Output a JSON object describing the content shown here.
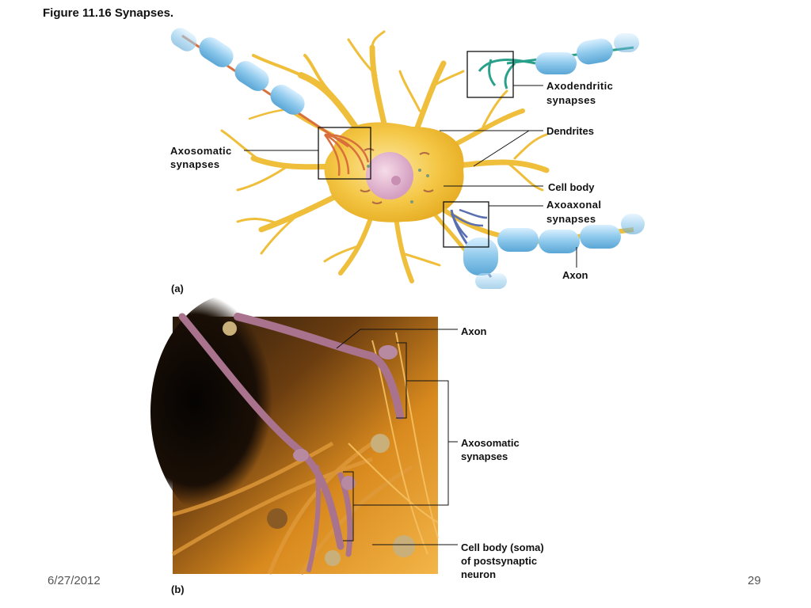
{
  "slide": {
    "title": "Figure 11.16  Synapses.",
    "date": "6/27/2012",
    "page_number": "29"
  },
  "panel_a": {
    "tag": "(a)",
    "labels": {
      "axodendritic_line1": "Axodendritic",
      "axodendritic_line2": "synapses",
      "dendrites": "Dendrites",
      "axosomatic_line1": "Axosomatic",
      "axosomatic_line2": "synapses",
      "cell_body": "Cell body",
      "axoaxonal_line1": "Axoaxonal",
      "axoaxonal_line2": "synapses",
      "axon": "Axon"
    }
  },
  "panel_b": {
    "tag": "(b)",
    "labels": {
      "axon": "Axon",
      "axosomatic_line1": "Axosomatic",
      "axosomatic_line2": "synapses",
      "cell_body_line1": "Cell body (soma)",
      "cell_body_line2": "of postsynaptic",
      "cell_body_line3": "neuron"
    }
  },
  "colors": {
    "cell_body": "#f2c23c",
    "myelin": "#8ec9ec",
    "axodendritic_terminal": "#2aa08a",
    "axosomatic_terminal": "#d9703c",
    "axoaxonal_terminal": "#5a6fb0",
    "micrograph_background": "#d98a1e"
  }
}
